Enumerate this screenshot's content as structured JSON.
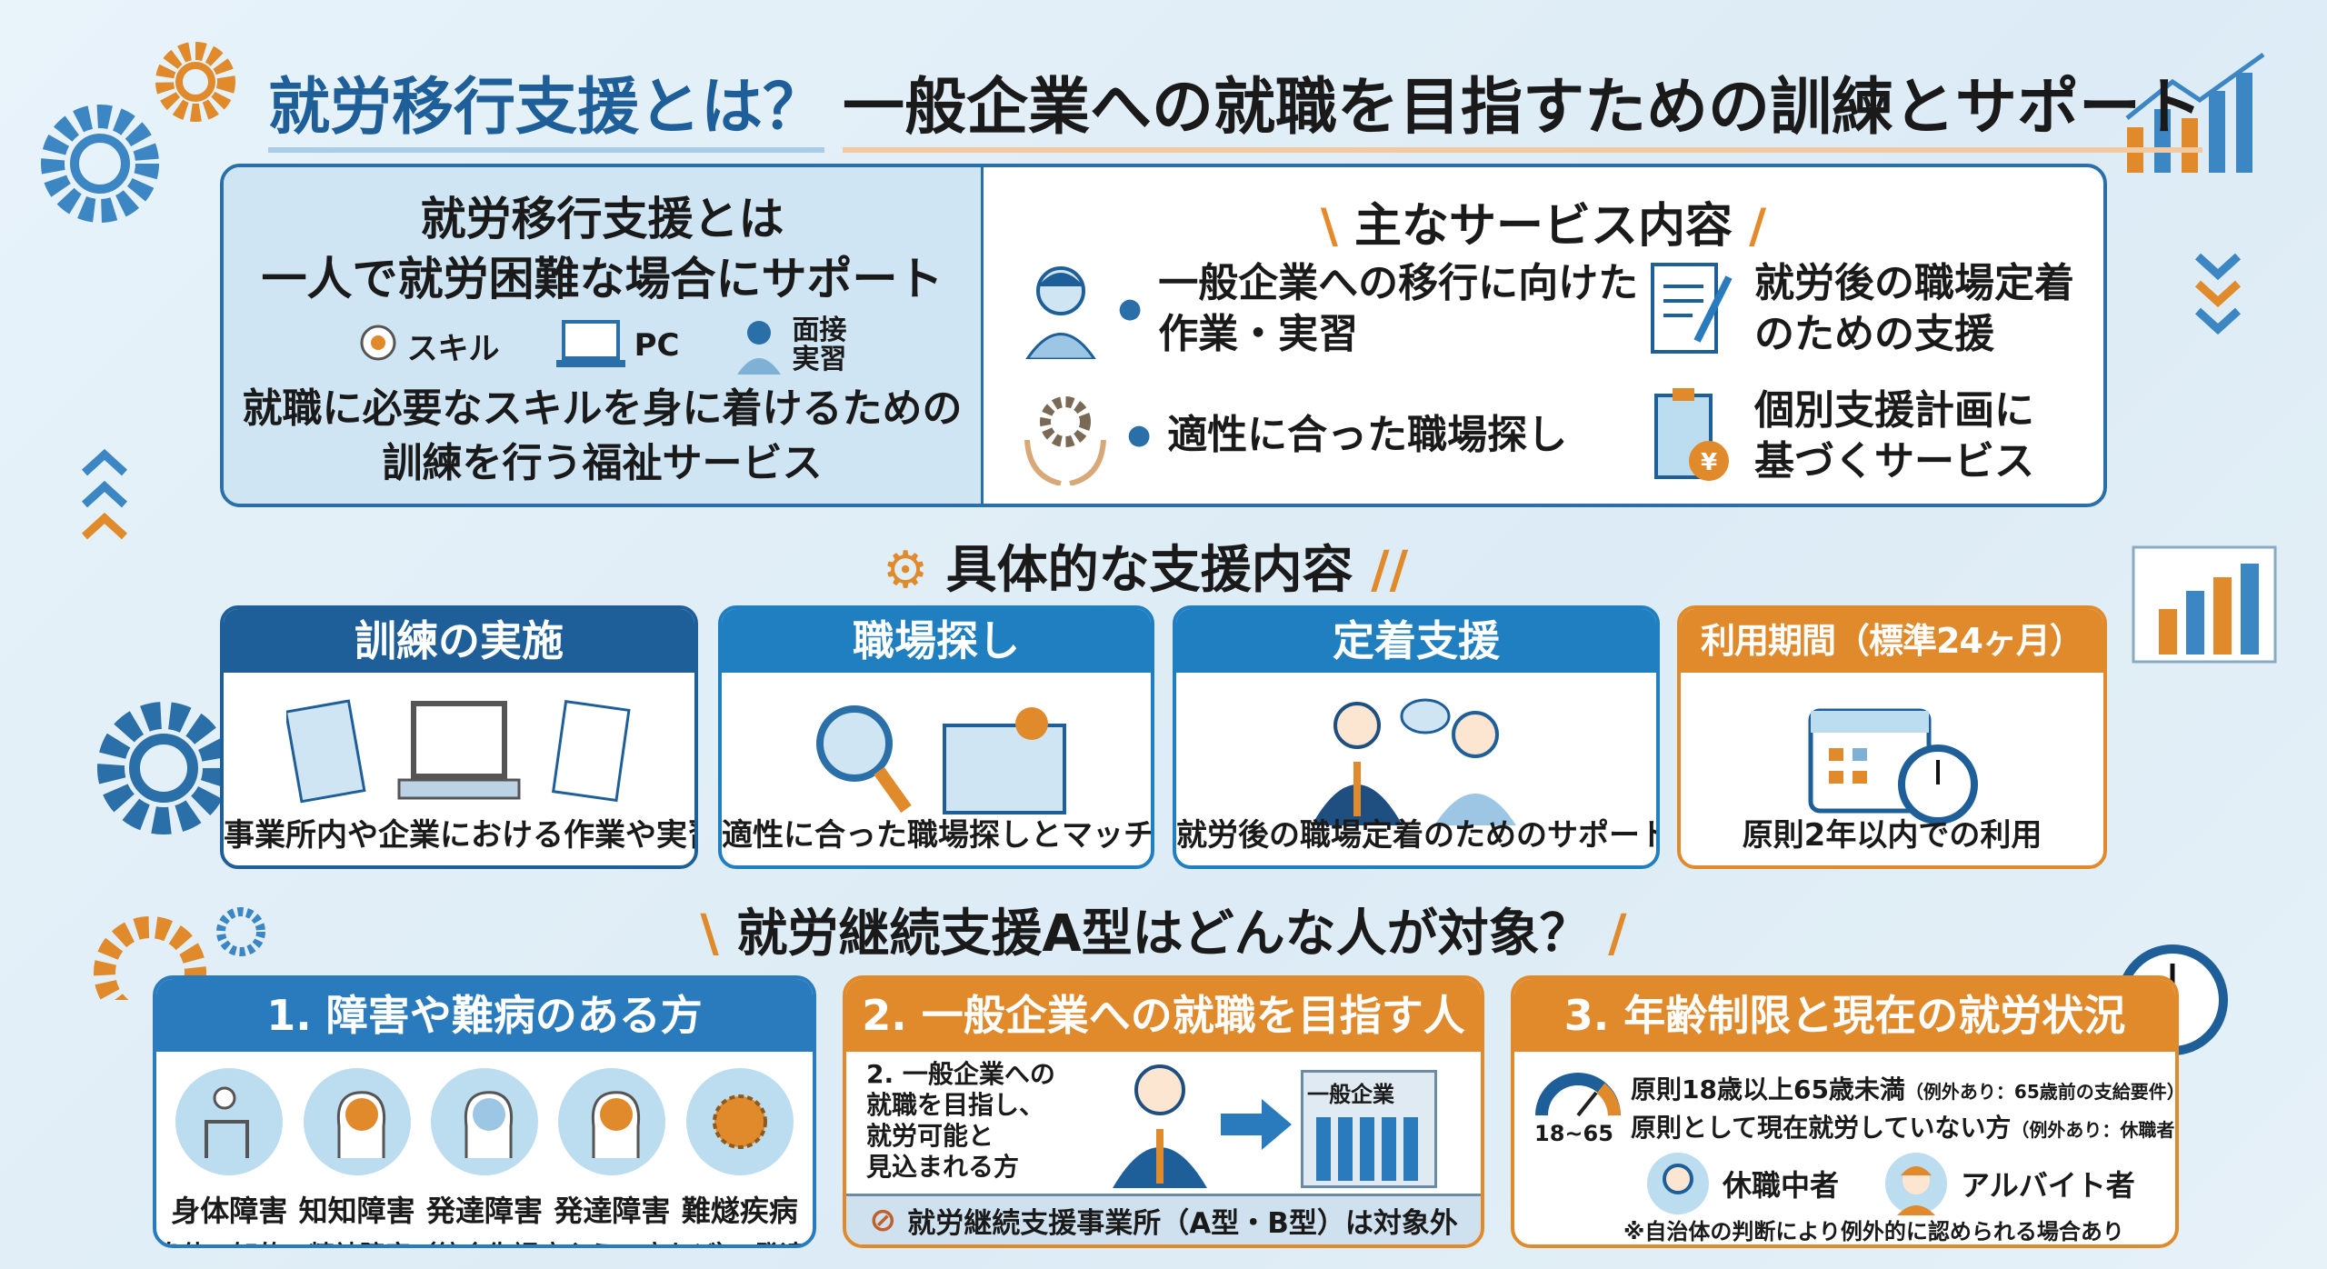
{
  "title": {
    "highlight": "就労移行支援とは？",
    "rest": "一般企業への就職を目指すための訓練とサポート"
  },
  "overview": {
    "lines": [
      "就労移行支援とは",
      "一人で就労困難な場合にサポート"
    ],
    "icons": [
      {
        "icon": "brain-gear-icon",
        "label": "スキル"
      },
      {
        "icon": "laptop-icon",
        "label": "PC"
      },
      {
        "icon": "interview-person-icon",
        "label": "面接\n実習"
      }
    ],
    "desc": [
      "就職に必要なスキルを身に着けるための",
      "訓練を行う福祉サービス"
    ]
  },
  "services": {
    "heading": "主なサービス内容",
    "items": [
      {
        "icon": "thinking-person-icon",
        "text": "一般企業への移行に向けた\n作業・実習"
      },
      {
        "icon": "document-pen-icon",
        "text": "就労後の職場定着\nのための支援"
      },
      {
        "icon": "gear-hands-icon",
        "text": "適性に合った職場探し"
      },
      {
        "icon": "clipboard-yen-icon",
        "text": "個別支援計画に\n基づくサービス"
      }
    ]
  },
  "support": {
    "heading": "具体的な支援内容",
    "cards": [
      {
        "title": "訓練の実施",
        "caption": "事業所内や企業における作業や実習",
        "color": "#1f5f99"
      },
      {
        "title": "職場探し",
        "caption": "適性に合った職場探しとマッチング",
        "color": "#1f7fc0"
      },
      {
        "title": "定着支援",
        "caption": "就労後の職場定着のためのサポート",
        "color": "#1f7fc0"
      },
      {
        "title": "利用期間（標準24ヶ月）",
        "caption": "原則2年以内での利用",
        "color": "#e08a2c"
      }
    ]
  },
  "target": {
    "heading": "就労継続支援A型はどんな人が対象？",
    "card1": {
      "title": "1. 障害や難病のある方",
      "items": [
        "身体障害",
        "知知障害",
        "発達障害",
        "発達障害",
        "難燧疾病"
      ],
      "note": "身体・知的・精神障害（統合失調症やうつ病など）、発達障害、難病の方"
    },
    "card2": {
      "title": "2. 一般企業への就職を目指す人",
      "text": "2. 一般企業への\n就職を目指し、\n就労可能と\n見込まれる方",
      "building": "一般企業",
      "exclusion": "就労継続支援事業所（A型・B型）は対象外"
    },
    "card3": {
      "title": "3. 年齢制限と現在の就労状況",
      "gauge": "18~65",
      "line1": "原則18歳以上65歳未満",
      "line1_note": "（例外あり：65歳前の支給要件）",
      "line2": "原則として現在就労していない方",
      "line2_note": "（例外あり：休職者・アルバイト）",
      "people": [
        "休職中者",
        "アルバイト者"
      ],
      "footnote": "※自治体の判断により例外的に認められる場合あり"
    }
  },
  "colors": {
    "blue": "#1f5f99",
    "orange": "#e08a2c",
    "background": "#e3f0f8"
  }
}
